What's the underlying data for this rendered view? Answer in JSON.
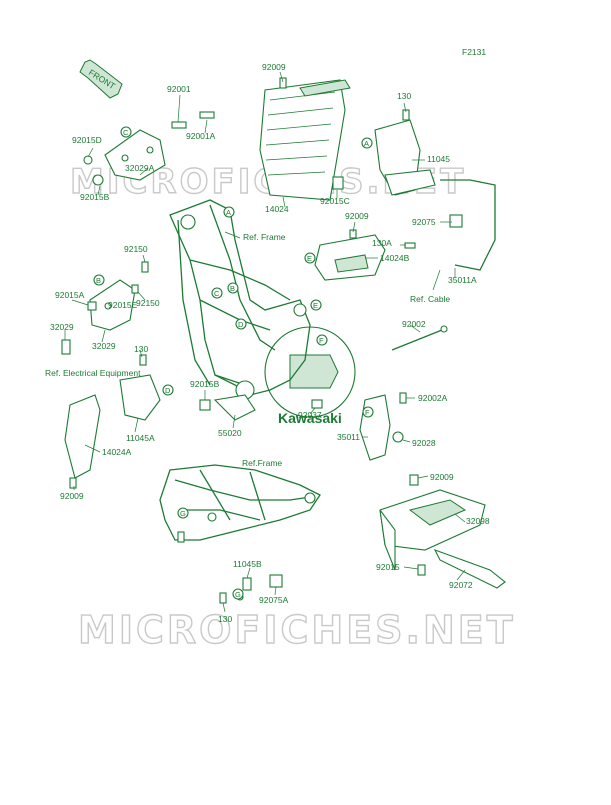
{
  "diagram": {
    "code": "F2131",
    "front_label": "FRONT",
    "watermark": "MICROFICHES.NET",
    "logo_text": "Kawasaki",
    "colors": {
      "ink": "#1d7a34",
      "watermark": "#c9c9c9",
      "background": "#ffffff"
    },
    "part_labels": [
      "92009",
      "130",
      "11045",
      "92001",
      "92001A",
      "92015D",
      "32029A",
      "92015B",
      "14024",
      "92015C",
      "92075",
      "92009",
      "130A",
      "14024B",
      "35011A",
      "Ref. Cable",
      "Ref. Frame",
      "92150",
      "92150",
      "92015A",
      "32029",
      "92015E",
      "32029",
      "Ref. Electrical Equipment",
      "130",
      "11045A",
      "14024A",
      "92009",
      "92015B",
      "55020",
      "92037",
      "92002",
      "92002A",
      "35011",
      "92028",
      "Ref.Frame",
      "92009",
      "32098",
      "92015",
      "92072",
      "11045B",
      "92075A",
      "130"
    ],
    "ref_letters": [
      "A",
      "B",
      "C",
      "D",
      "E",
      "F",
      "G"
    ]
  }
}
